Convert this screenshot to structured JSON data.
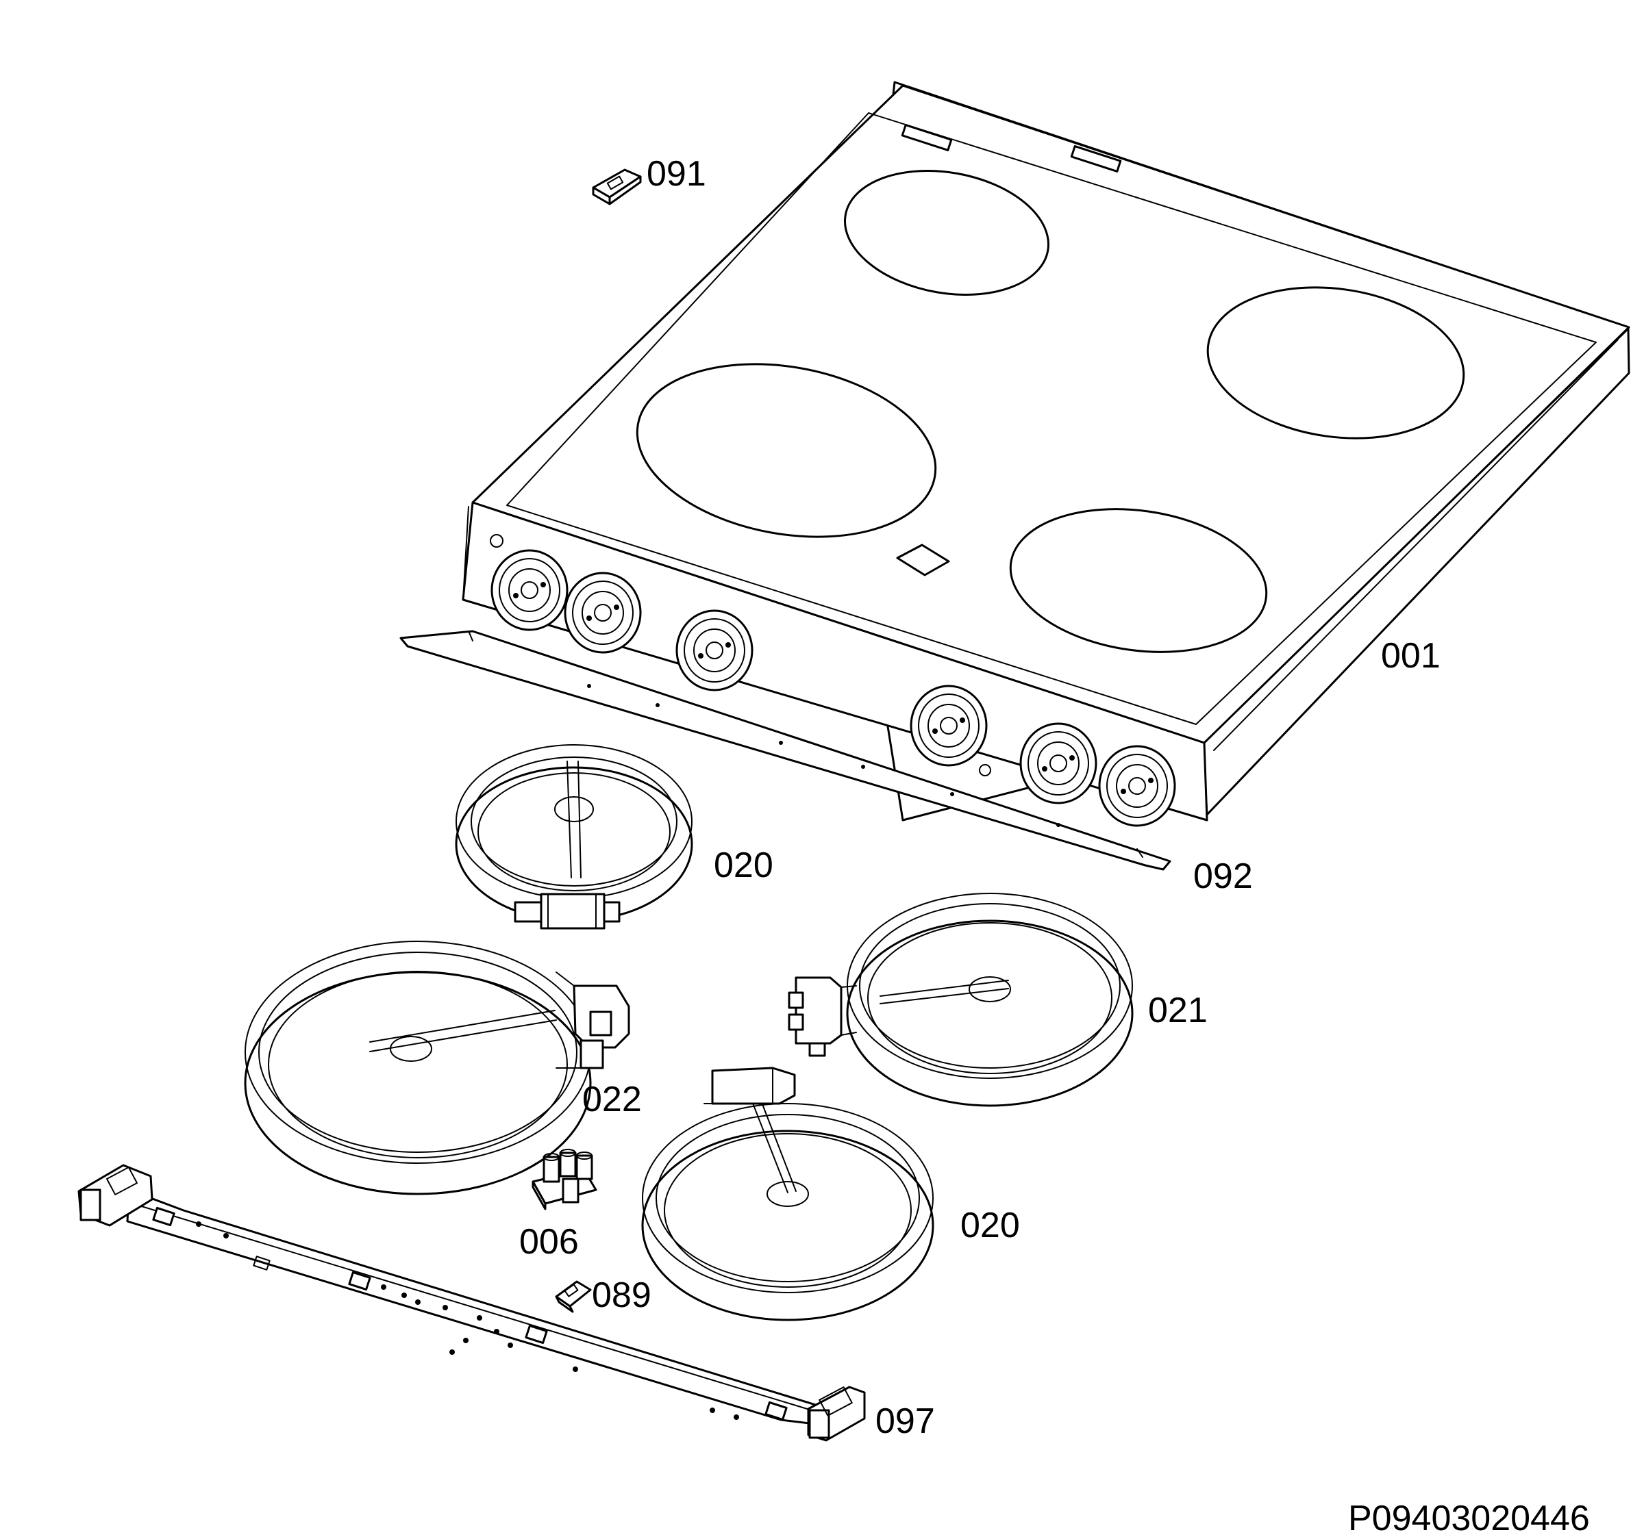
{
  "parts": {
    "p091": "091",
    "p001": "001",
    "p092": "092",
    "p020a": "020",
    "p021": "021",
    "p022": "022",
    "p020b": "020",
    "p006": "006",
    "p089": "089",
    "p097": "097"
  },
  "document_id": "P09403020446",
  "colors": {
    "line": "#000000",
    "background": "#ffffff"
  }
}
